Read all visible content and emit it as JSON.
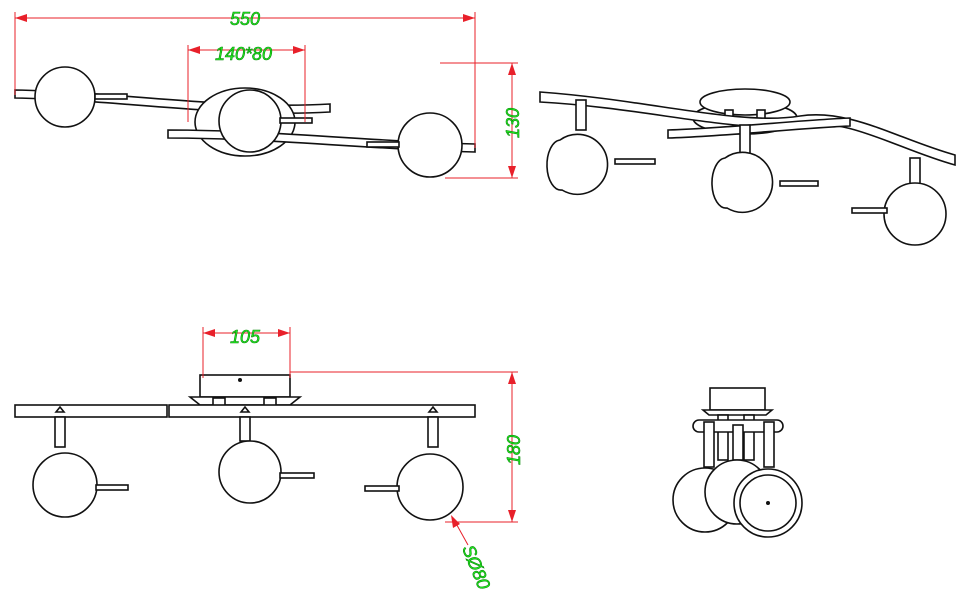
{
  "dimensions": {
    "total_width": "550",
    "canopy_size": "140*80",
    "top_height": "130",
    "canopy_width": "105",
    "front_height": "180",
    "shade_diameter": "SØ80"
  },
  "colors": {
    "dimension_line": "#e8202a",
    "dimension_label": "#22ee22",
    "outline": "#111111"
  }
}
